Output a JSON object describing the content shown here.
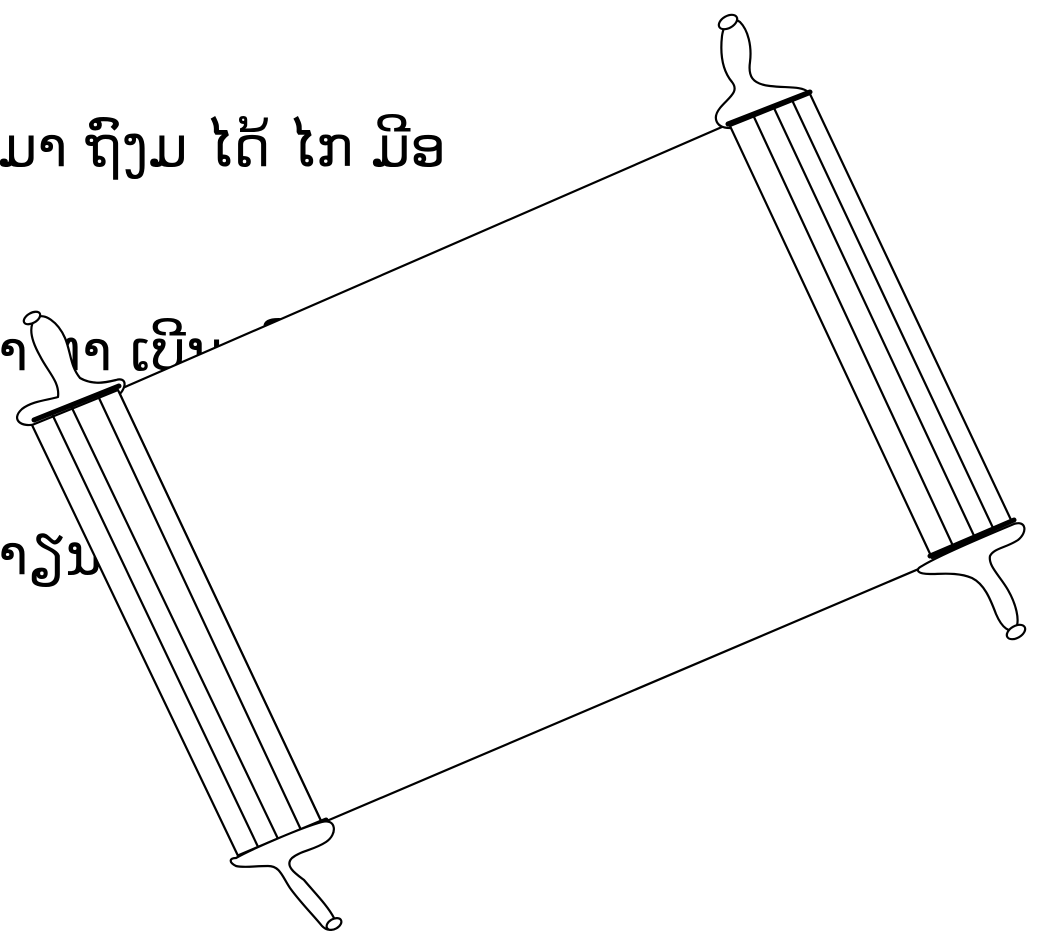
{
  "text": {
    "lines": [
      "ມາ ຖົງມ ໄດ້ ໄກ ມີອ",
      "າ ຕາ ເບີນ ເບີນ",
      "າຽນ"
    ]
  },
  "illustration": {
    "subject": "scroll-icon",
    "stroke_color": "#000000",
    "fill_color": "#ffffff"
  }
}
